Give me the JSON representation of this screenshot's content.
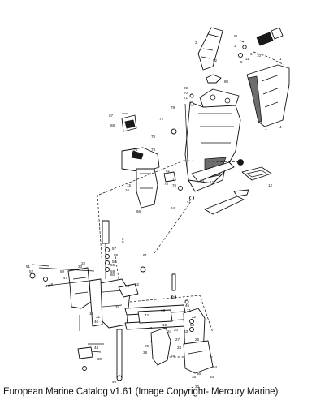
{
  "caption": "European Marine Catalog v1.61 (Image Copyright- Mercury Marine)",
  "callouts": [
    "1",
    "2",
    "3",
    "4",
    "5",
    "6",
    "7",
    "8",
    "9",
    "10",
    "11",
    "12",
    "13",
    "14",
    "15",
    "16",
    "17",
    "18",
    "19",
    "20",
    "21",
    "22",
    "23",
    "24",
    "25",
    "26",
    "27",
    "28",
    "29",
    "30",
    "31",
    "32",
    "33",
    "34",
    "35",
    "36",
    "37",
    "38",
    "39",
    "40",
    "41",
    "42",
    "43",
    "44",
    "45",
    "46",
    "47",
    "48",
    "49",
    "50",
    "51",
    "52",
    "53",
    "54",
    "55",
    "56",
    "57",
    "58",
    "59",
    "60",
    "61",
    "62",
    "63",
    "64",
    "65",
    "66",
    "67",
    "68",
    "69",
    "70",
    "71",
    "72",
    "73",
    "74",
    "75",
    "76",
    "77",
    "78",
    "79",
    "80",
    "81",
    "82"
  ]
}
